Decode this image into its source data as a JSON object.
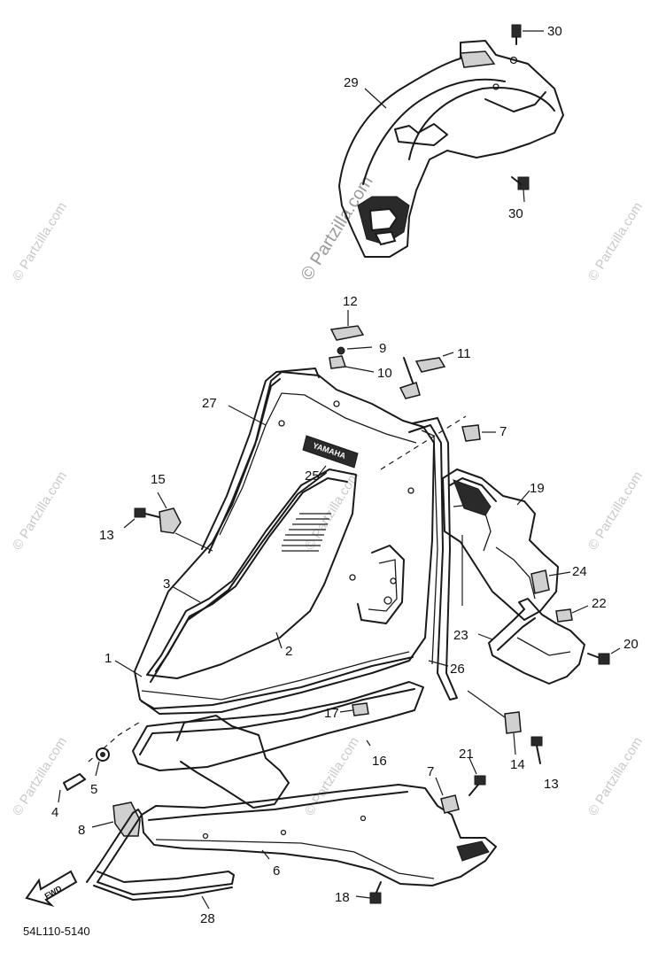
{
  "diagram": {
    "watermark_text": "© Partzilla.com",
    "diagram_code": "54L110-5140",
    "fwd_label": "FWD",
    "logo_text": "YAMAHA",
    "callouts": {
      "c1": "1",
      "c2": "2",
      "c3": "3",
      "c4": "4",
      "c5": "5",
      "c6": "6",
      "c7a": "7",
      "c7b": "7",
      "c8": "8",
      "c9": "9",
      "c10": "10",
      "c11": "11",
      "c12": "12",
      "c13a": "13",
      "c13b": "13",
      "c14": "14",
      "c15": "15",
      "c16": "16",
      "c17": "17",
      "c18": "18",
      "c19": "19",
      "c20": "20",
      "c21": "21",
      "c22": "22",
      "c23": "23",
      "c24": "24",
      "c25": "25",
      "c26": "26",
      "c27": "27",
      "c28": "28",
      "c29": "29",
      "c30a": "30",
      "c30b": "30"
    }
  }
}
